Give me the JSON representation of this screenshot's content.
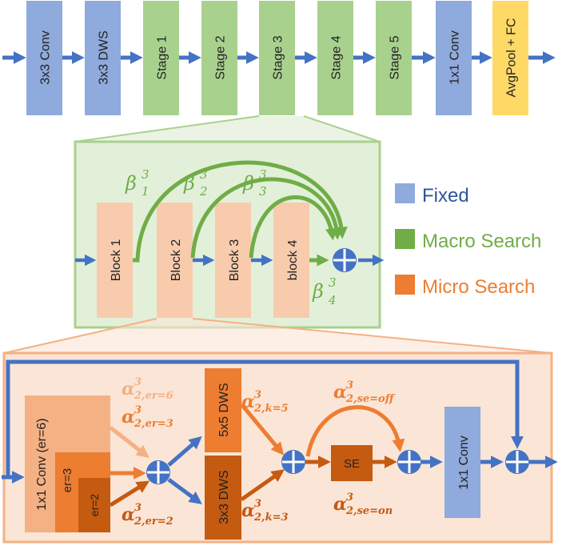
{
  "colors": {
    "fixed": "#8FAADC",
    "stage": "#A9D18E",
    "fc": "#FFD966",
    "arrow_blue": "#4472C4",
    "macro_green": "#70AD47",
    "block": "#F8CBAD",
    "micro_panel": "#FBE5D6",
    "micro_border": "#F4B183",
    "orange": "#ED7D31",
    "dark_orange": "#C55A11",
    "light_orange": "#F4B183",
    "green_panel": "#E2F0D9",
    "green_border": "#A9D18E"
  },
  "pipeline": [
    {
      "label": "3x3 Conv",
      "kind": "fixed"
    },
    {
      "label": "3x3 DWS",
      "kind": "fixed"
    },
    {
      "label": "Stage 1",
      "kind": "stage"
    },
    {
      "label": "Stage 2",
      "kind": "stage"
    },
    {
      "label": "Stage 3",
      "kind": "stage"
    },
    {
      "label": "Stage 4",
      "kind": "stage"
    },
    {
      "label": "Stage 5",
      "kind": "stage"
    },
    {
      "label": "1x1 Conv",
      "kind": "fixed"
    },
    {
      "label": "AvgPool + FC",
      "kind": "fc"
    }
  ],
  "macro": {
    "blocks": [
      "Block 1",
      "Block 2",
      "Block 3",
      "block 4"
    ],
    "betas": [
      "β",
      "β",
      "β",
      "β"
    ],
    "beta_sup": "3",
    "beta_subs": [
      "1",
      "2",
      "3",
      "4"
    ]
  },
  "legend": {
    "fixed": "Fixed",
    "macro": "Macro Search",
    "micro": "Micro Search"
  },
  "micro": {
    "conv_outer": "1x1 Conv (er=6)",
    "conv_mid": "er=3",
    "conv_inner": "er=2",
    "dws5": "5x5 DWS",
    "dws3": "3x3 DWS",
    "se": "SE",
    "conv_out": "1x1 Conv",
    "alpha": "α",
    "alpha_sup": "3",
    "a_er6": "2,er=6",
    "a_er3": "2,er=3",
    "a_er2": "2,er=2",
    "a_k5": "2,k=5",
    "a_k3": "2,k=3",
    "a_off": "2,se=off",
    "a_on": "2,se=on"
  }
}
